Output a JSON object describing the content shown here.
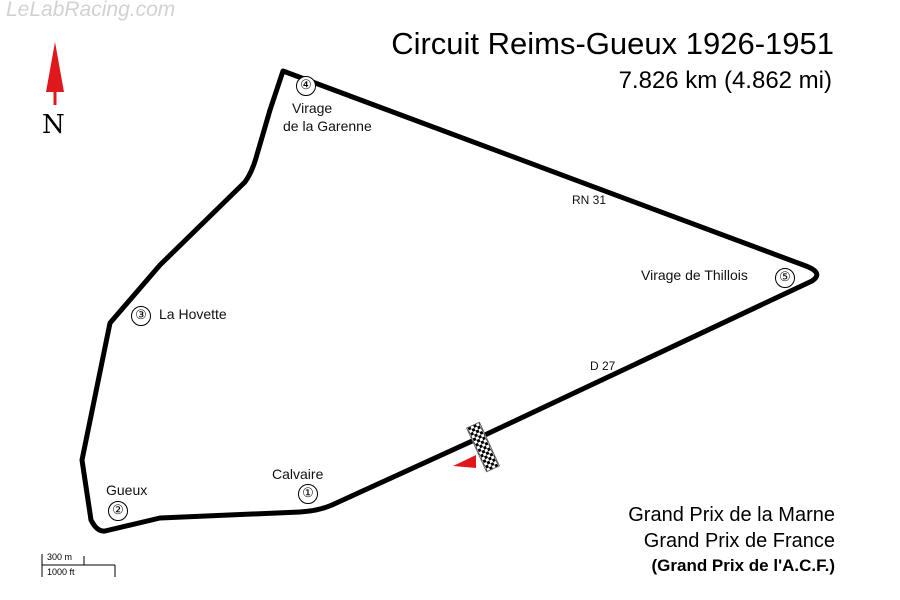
{
  "watermark": "LeLabRacing.com",
  "title": "Circuit Reims-Gueux 1926-1951",
  "length": "7.826 km (4.862 mi)",
  "compass": {
    "letter": "N",
    "arrow_color": "#e0181c"
  },
  "corners": [
    {
      "number": "①",
      "label": "Calvaire"
    },
    {
      "number": "②",
      "label": "Gueux"
    },
    {
      "number": "③",
      "label": "La Hovette"
    },
    {
      "number": "④",
      "label": "Virage",
      "label_line2": "de la Garenne"
    },
    {
      "number": "⑤",
      "label": "Virage de Thillois"
    }
  ],
  "roads": {
    "rn31": "RN 31",
    "d27": "D 27"
  },
  "events": [
    "Grand Prix de la Marne",
    "Grand Prix de France",
    "(Grand Prix de l'A.C.F.)"
  ],
  "scale": {
    "metric": "300 m",
    "imperial": "1000 ft"
  },
  "colors": {
    "track": "#000000",
    "direction_arrow": "#e0181c",
    "watermark": "#d2d2d2"
  }
}
